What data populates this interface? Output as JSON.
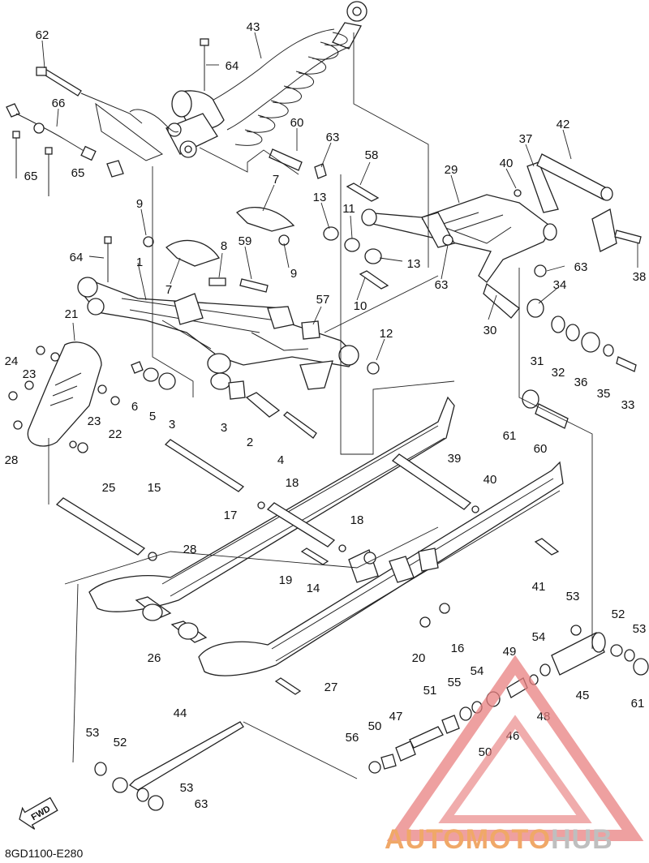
{
  "diagram_code": "8GD1100-E280",
  "fwd_label": "FWD",
  "watermark": {
    "part_a": "AUTOMOTO",
    "part_b": "HUB",
    "color_a": "#f0a868",
    "color_b": "#bfbfbf",
    "triangle_color": "#e88080"
  },
  "callouts": [
    {
      "id": "c62",
      "text": "62"
    },
    {
      "id": "c43",
      "text": "43"
    },
    {
      "id": "c64a",
      "text": "64"
    },
    {
      "id": "c66",
      "text": "66"
    },
    {
      "id": "c65a",
      "text": "65"
    },
    {
      "id": "c65b",
      "text": "65"
    },
    {
      "id": "c60a",
      "text": "60"
    },
    {
      "id": "c63a",
      "text": "63"
    },
    {
      "id": "c42",
      "text": "42"
    },
    {
      "id": "c37",
      "text": "37"
    },
    {
      "id": "c58",
      "text": "58"
    },
    {
      "id": "c29",
      "text": "29"
    },
    {
      "id": "c40a",
      "text": "40"
    },
    {
      "id": "c7a",
      "text": "7"
    },
    {
      "id": "c9a",
      "text": "9"
    },
    {
      "id": "c13a",
      "text": "13"
    },
    {
      "id": "c11",
      "text": "11"
    },
    {
      "id": "c64b",
      "text": "64"
    },
    {
      "id": "c1",
      "text": "1"
    },
    {
      "id": "c8",
      "text": "8"
    },
    {
      "id": "c59",
      "text": "59"
    },
    {
      "id": "c9b",
      "text": "9"
    },
    {
      "id": "c7b",
      "text": "7"
    },
    {
      "id": "c13b",
      "text": "13"
    },
    {
      "id": "c63b",
      "text": "63"
    },
    {
      "id": "c63c",
      "text": "63"
    },
    {
      "id": "c38",
      "text": "38"
    },
    {
      "id": "c34",
      "text": "34"
    },
    {
      "id": "c10",
      "text": "10"
    },
    {
      "id": "c57",
      "text": "57"
    },
    {
      "id": "c30",
      "text": "30"
    },
    {
      "id": "c21",
      "text": "21"
    },
    {
      "id": "c12",
      "text": "12"
    },
    {
      "id": "c24",
      "text": "24"
    },
    {
      "id": "c23a",
      "text": "23"
    },
    {
      "id": "c6",
      "text": "6"
    },
    {
      "id": "c5",
      "text": "5"
    },
    {
      "id": "c3a",
      "text": "3"
    },
    {
      "id": "c31",
      "text": "31"
    },
    {
      "id": "c32",
      "text": "32"
    },
    {
      "id": "c36",
      "text": "36"
    },
    {
      "id": "c35",
      "text": "35"
    },
    {
      "id": "c33",
      "text": "33"
    },
    {
      "id": "c23b",
      "text": "23"
    },
    {
      "id": "c22",
      "text": "22"
    },
    {
      "id": "c3b",
      "text": "3"
    },
    {
      "id": "c2",
      "text": "2"
    },
    {
      "id": "c28a",
      "text": "28"
    },
    {
      "id": "c61a",
      "text": "61"
    },
    {
      "id": "c60b",
      "text": "60"
    },
    {
      "id": "c4",
      "text": "4"
    },
    {
      "id": "c15",
      "text": "15"
    },
    {
      "id": "c25",
      "text": "25"
    },
    {
      "id": "c39",
      "text": "39"
    },
    {
      "id": "c18a",
      "text": "18"
    },
    {
      "id": "c40b",
      "text": "40"
    },
    {
      "id": "c17",
      "text": "17"
    },
    {
      "id": "c18b",
      "text": "18"
    },
    {
      "id": "c28b",
      "text": "28"
    },
    {
      "id": "c19",
      "text": "19"
    },
    {
      "id": "c41",
      "text": "41"
    },
    {
      "id": "c14",
      "text": "14"
    },
    {
      "id": "c53a",
      "text": "53"
    },
    {
      "id": "c52a",
      "text": "52"
    },
    {
      "id": "c53b",
      "text": "53"
    },
    {
      "id": "c54a",
      "text": "54"
    },
    {
      "id": "c49",
      "text": "49"
    },
    {
      "id": "c26",
      "text": "26"
    },
    {
      "id": "c20",
      "text": "20"
    },
    {
      "id": "c16",
      "text": "16"
    },
    {
      "id": "c27",
      "text": "27"
    },
    {
      "id": "c54b",
      "text": "54"
    },
    {
      "id": "c55",
      "text": "55"
    },
    {
      "id": "c51",
      "text": "51"
    },
    {
      "id": "c48",
      "text": "48"
    },
    {
      "id": "c45",
      "text": "45"
    },
    {
      "id": "c61b",
      "text": "61"
    },
    {
      "id": "c47",
      "text": "47"
    },
    {
      "id": "c46",
      "text": "46"
    },
    {
      "id": "c44",
      "text": "44"
    },
    {
      "id": "c50a",
      "text": "50"
    },
    {
      "id": "c56",
      "text": "56"
    },
    {
      "id": "c50b",
      "text": "50"
    },
    {
      "id": "c53c",
      "text": "53"
    },
    {
      "id": "c52b",
      "text": "52"
    },
    {
      "id": "c53d",
      "text": "53"
    },
    {
      "id": "c63d",
      "text": "63"
    }
  ]
}
